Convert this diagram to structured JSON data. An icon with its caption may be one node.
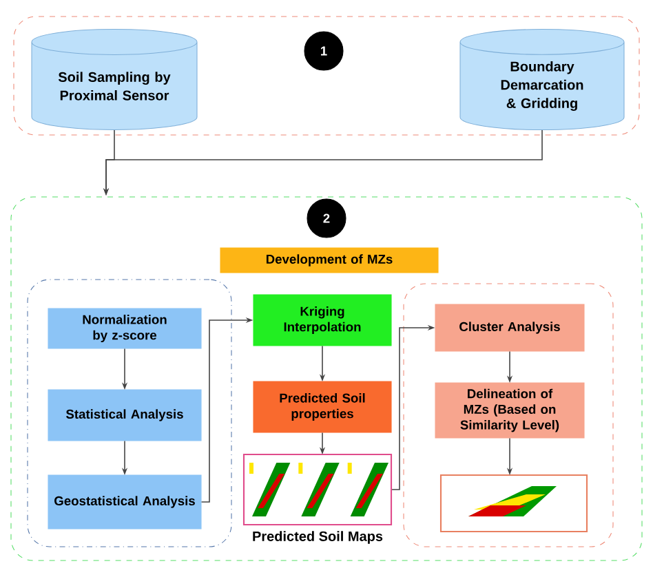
{
  "diagram": {
    "nodes": [
      {
        "text": [],
        "shape": "box"
      },
      {
        "text": [
          "1"
        ],
        "in": 0
      },
      {
        "text": [
          "Soil Sampling by Proximal Sensor"
        ],
        "in": 0
      },
      {
        "text": [
          "Boundary Demarcation & Gridding"
        ],
        "in": 0
      },
      {
        "text": [],
        "shape": "box"
      },
      {
        "text": [
          "2"
        ],
        "in": 4
      },
      {
        "text": [
          "Development of MZs"
        ],
        "in": 4
      },
      {
        "text": [],
        "shape": "box",
        "in": 4
      },
      {
        "text": [
          "Normalization by z-score"
        ],
        "in": 7
      },
      {
        "text": [
          "Statistical Analysis"
        ],
        "in": 7
      },
      {
        "text": [
          "Geostatistical Analysis"
        ],
        "in": 7
      },
      {
        "text": [
          "Kriging Interpolation"
        ],
        "in": 4
      },
      {
        "text": [
          "Predicted Soil properties"
        ],
        "in": 4
      },
      {
        "text": [
          "Predicted Soil Maps"
        ],
        "in": 4
      },
      {
        "text": [],
        "shape": "box",
        "in": 4
      },
      {
        "text": [
          "Cluster Analysis"
        ],
        "in": 14
      },
      {
        "text": [
          "Delineation of MZs (Based on Similarity Level)"
        ],
        "in": 14
      },
      {
        "text": [],
        "shape": "picture",
        "in": 14
      }
    ],
    "edges": [
      {
        "from": 2,
        "to": 4,
        "arrow": "to"
      },
      {
        "from": 3,
        "to": 4,
        "arrow": "to"
      },
      {
        "from": 8,
        "to": 9,
        "arrow": "to"
      },
      {
        "from": 9,
        "to": 10,
        "arrow": "to"
      },
      {
        "from": 10,
        "to": 11,
        "arrow": "to"
      },
      {
        "from": 11,
        "to": 12,
        "arrow": "to"
      },
      {
        "from": 12,
        "to": 13,
        "arrow": "to"
      },
      {
        "from": 13,
        "to": 15,
        "arrow": "to"
      },
      {
        "from": 15,
        "to": 16,
        "arrow": "to"
      },
      {
        "from": 16,
        "to": 17,
        "arrow": "to"
      }
    ]
  }
}
